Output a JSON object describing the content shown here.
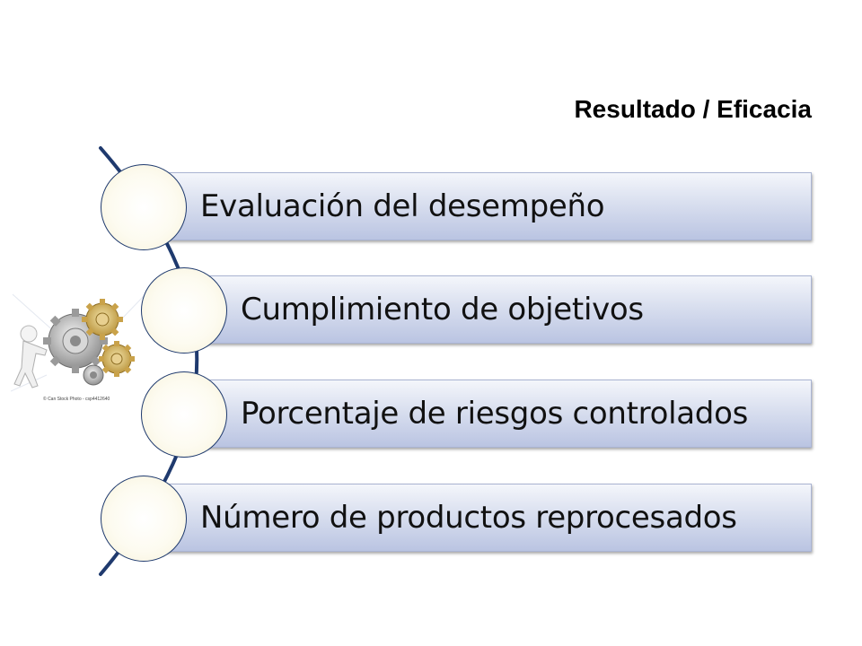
{
  "title": "Resultado / Eficacia",
  "items": [
    {
      "label": "Evaluación del desempeño"
    },
    {
      "label": "Cumplimiento de objetivos"
    },
    {
      "label": "Porcentaje de riesgos controlados"
    },
    {
      "label": "Número de productos reprocesados"
    }
  ],
  "clipart": {
    "icon": "gears-figure-icon",
    "caption": "© Can Stock Photo - csp4412640"
  },
  "colors": {
    "arc": "#1f3a6e",
    "node_border": "#1f3a6e",
    "bar_top": "#f4f6fb",
    "bar_bottom": "#bac4e2",
    "title": "#000000"
  }
}
